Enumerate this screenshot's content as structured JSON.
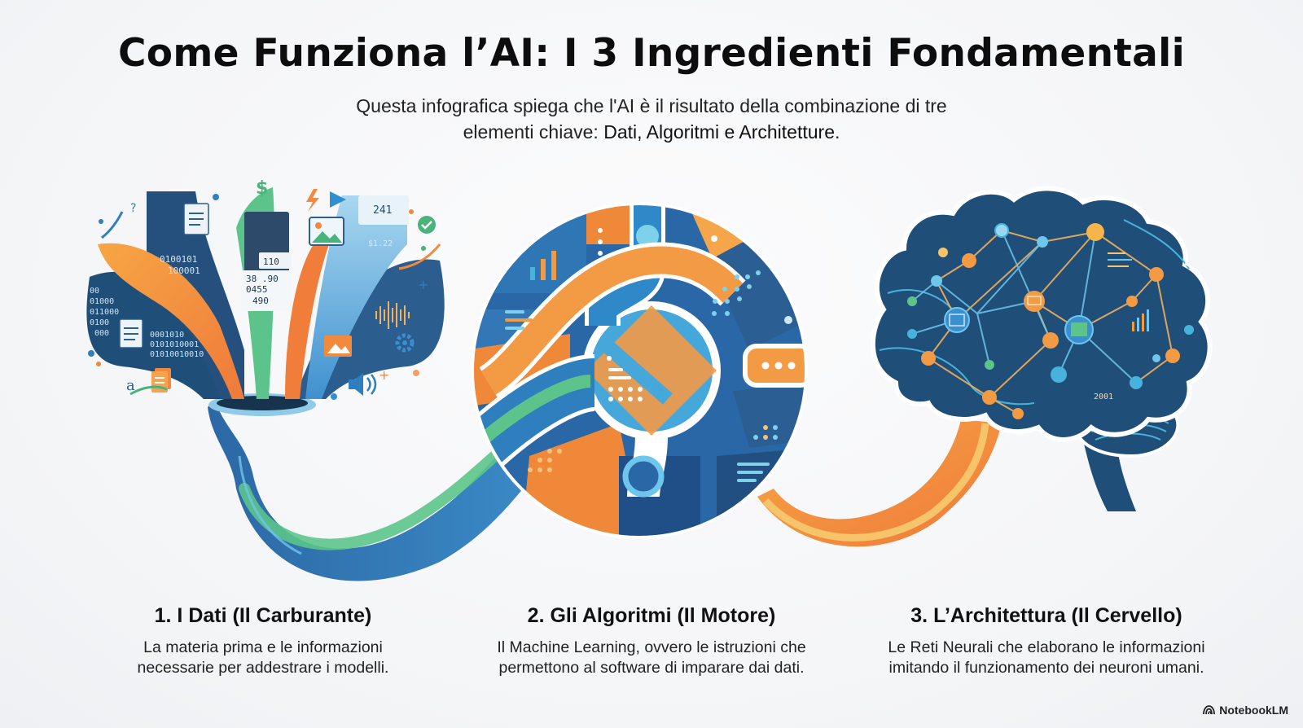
{
  "header": {
    "title": "Come Funziona l’AI: I 3 Ingredienti Fondamentali",
    "subtitle_line1": "Questa infografica spiega che l'AI è il risultato della combinazione di tre",
    "subtitle_line2_prefix": "elementi chiave: ",
    "subtitle_line2_highlight": "Dati, Algoritmi e Architetture",
    "subtitle_line2_suffix": "."
  },
  "sections": [
    {
      "title": "1. I Dati (Il Carburante)",
      "line1": "La materia prima e le informazioni",
      "line2": "necessarie per addestrare i modelli.",
      "illustration": "data-funnel-illustration"
    },
    {
      "title": "2. Gli Algoritmi (Il Motore)",
      "line1": "Il Machine Learning, ovvero le istruzioni che",
      "line2": "permettono al software di imparare dai dati.",
      "illustration": "algorithm-engine-illustration"
    },
    {
      "title": "3. L’Architettura (Il Cervello)",
      "line1": "Le Reti Neurali che elaborano le informazioni",
      "line2": "imitando il funzionamento dei neuroni umani.",
      "illustration": "neural-brain-illustration"
    }
  ],
  "illustration_text": {
    "binary_1": "0100101",
    "binary_2": "100001",
    "binary_3": "00",
    "binary_4": "01000",
    "binary_5": "011000",
    "binary_6": "0100",
    "binary_7": "000",
    "binary_8": "0001010",
    "binary_9": "0101010001",
    "binary_10": "01010010010",
    "num_1": "241",
    "num_2": "110",
    "num_3": "38 .90",
    "num_4": "0455",
    "num_5": "490",
    "num_6": "$1.22",
    "brain_label": "2001"
  },
  "colors": {
    "navy": "#1f4e79",
    "blue": "#2f7fbf",
    "cyan": "#47b3dd",
    "orange": "#f0883a",
    "yellow": "#f6b54a",
    "green": "#5cc48a"
  },
  "brand": {
    "label": "NotebookLM",
    "icon": "notebooklm-logo-icon"
  }
}
